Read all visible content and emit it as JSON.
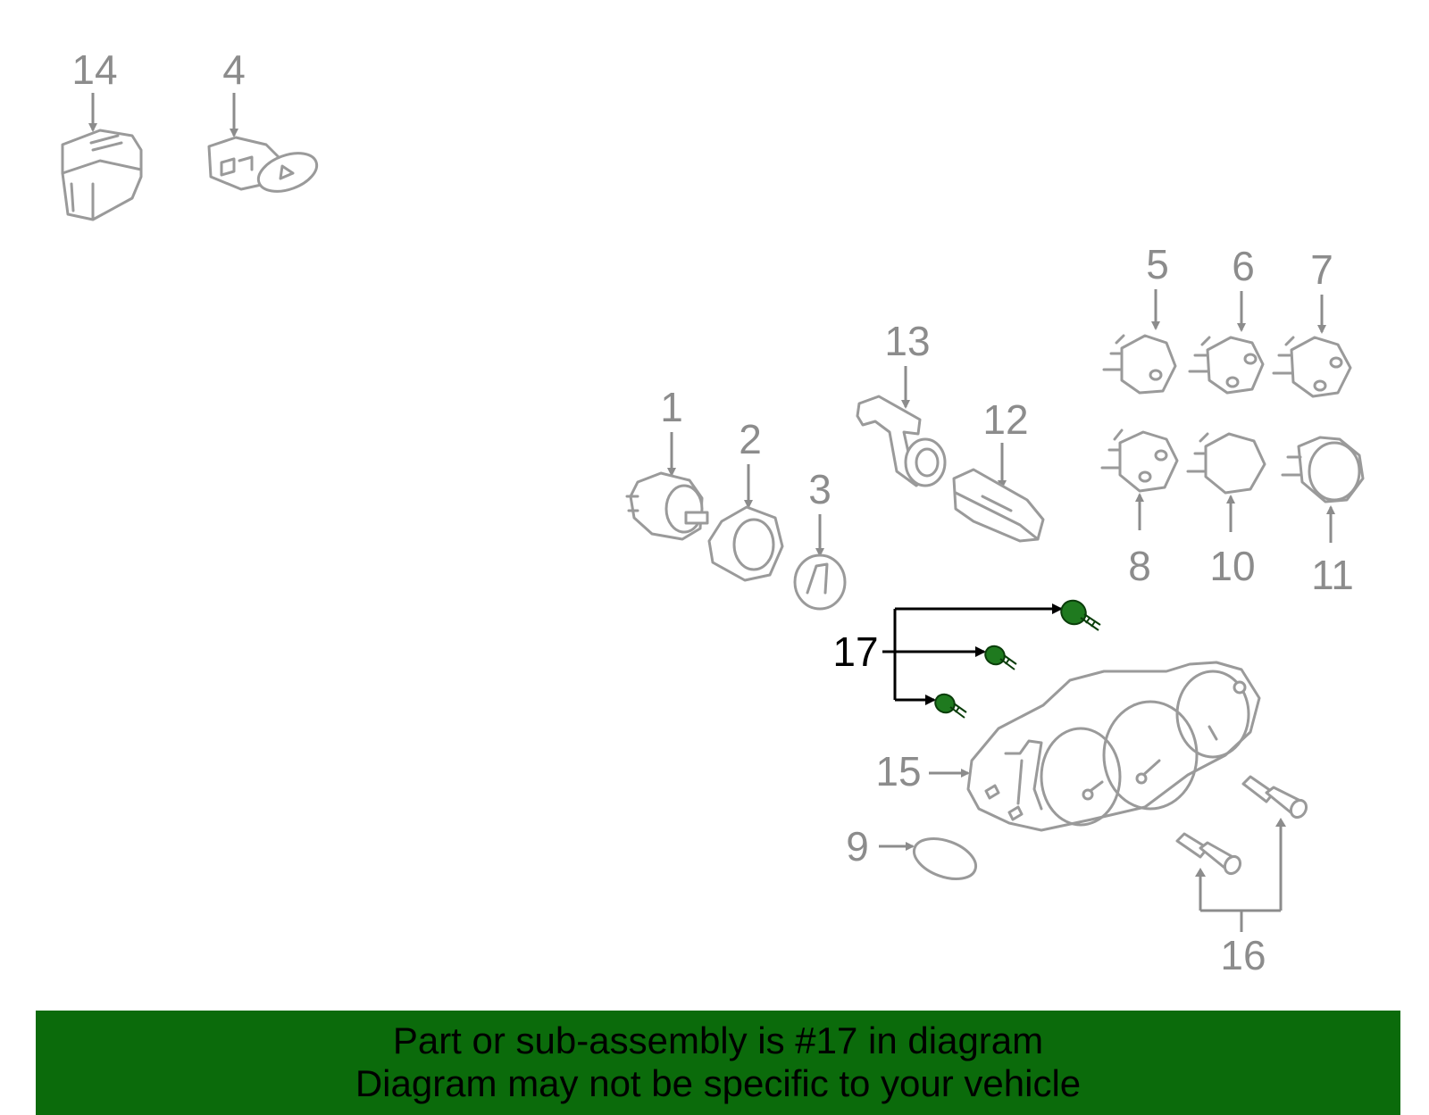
{
  "callouts": {
    "c1": "1",
    "c2": "2",
    "c3": "3",
    "c4": "4",
    "c5": "5",
    "c6": "6",
    "c7": "7",
    "c8": "8",
    "c9": "9",
    "c10": "10",
    "c11": "11",
    "c12": "12",
    "c13": "13",
    "c14": "14",
    "c15": "15",
    "c16": "16",
    "c17": "17"
  },
  "highlight_part": "17",
  "colors": {
    "banner_bg": "#0b6b0b",
    "highlight_bolt": "#1f7a1f",
    "part_lines": "#9a9a9a",
    "callout_text": "#8c8c8c"
  },
  "banner": {
    "line1": "Part or sub-assembly is #17 in diagram",
    "line2": "Diagram may not be specific to your vehicle"
  }
}
